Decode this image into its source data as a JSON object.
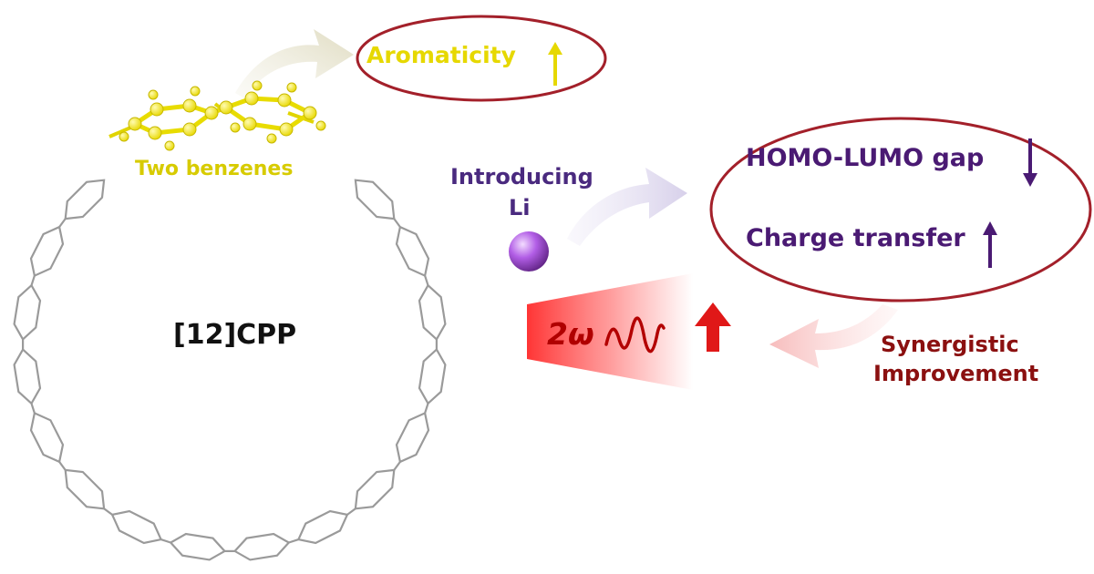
{
  "labels": {
    "aromaticity": "Aromaticity",
    "two_benzenes": "Two benzenes",
    "introducing": "Introducing",
    "li": "Li",
    "homo_lumo_gap": "HOMO-LUMO gap",
    "charge_transfer": "Charge transfer",
    "molecule": "[12]CPP",
    "second_harmonic": "2ω",
    "synergistic": "Synergistic",
    "improvement": "Improvement"
  },
  "colors": {
    "ring_bonds": "#9a9a9a",
    "highlight_benzene": "#f2e600",
    "ellipse_outline": "#a3202a",
    "purple_text": "#4a1a73",
    "li_atom": "#b25ee6",
    "red_arrow": "#e01818",
    "red_text": "#8b1010"
  },
  "indicators": {
    "aromaticity": "up",
    "homo_lumo_gap": "down",
    "charge_transfer": "up",
    "nlo_response": "up"
  }
}
